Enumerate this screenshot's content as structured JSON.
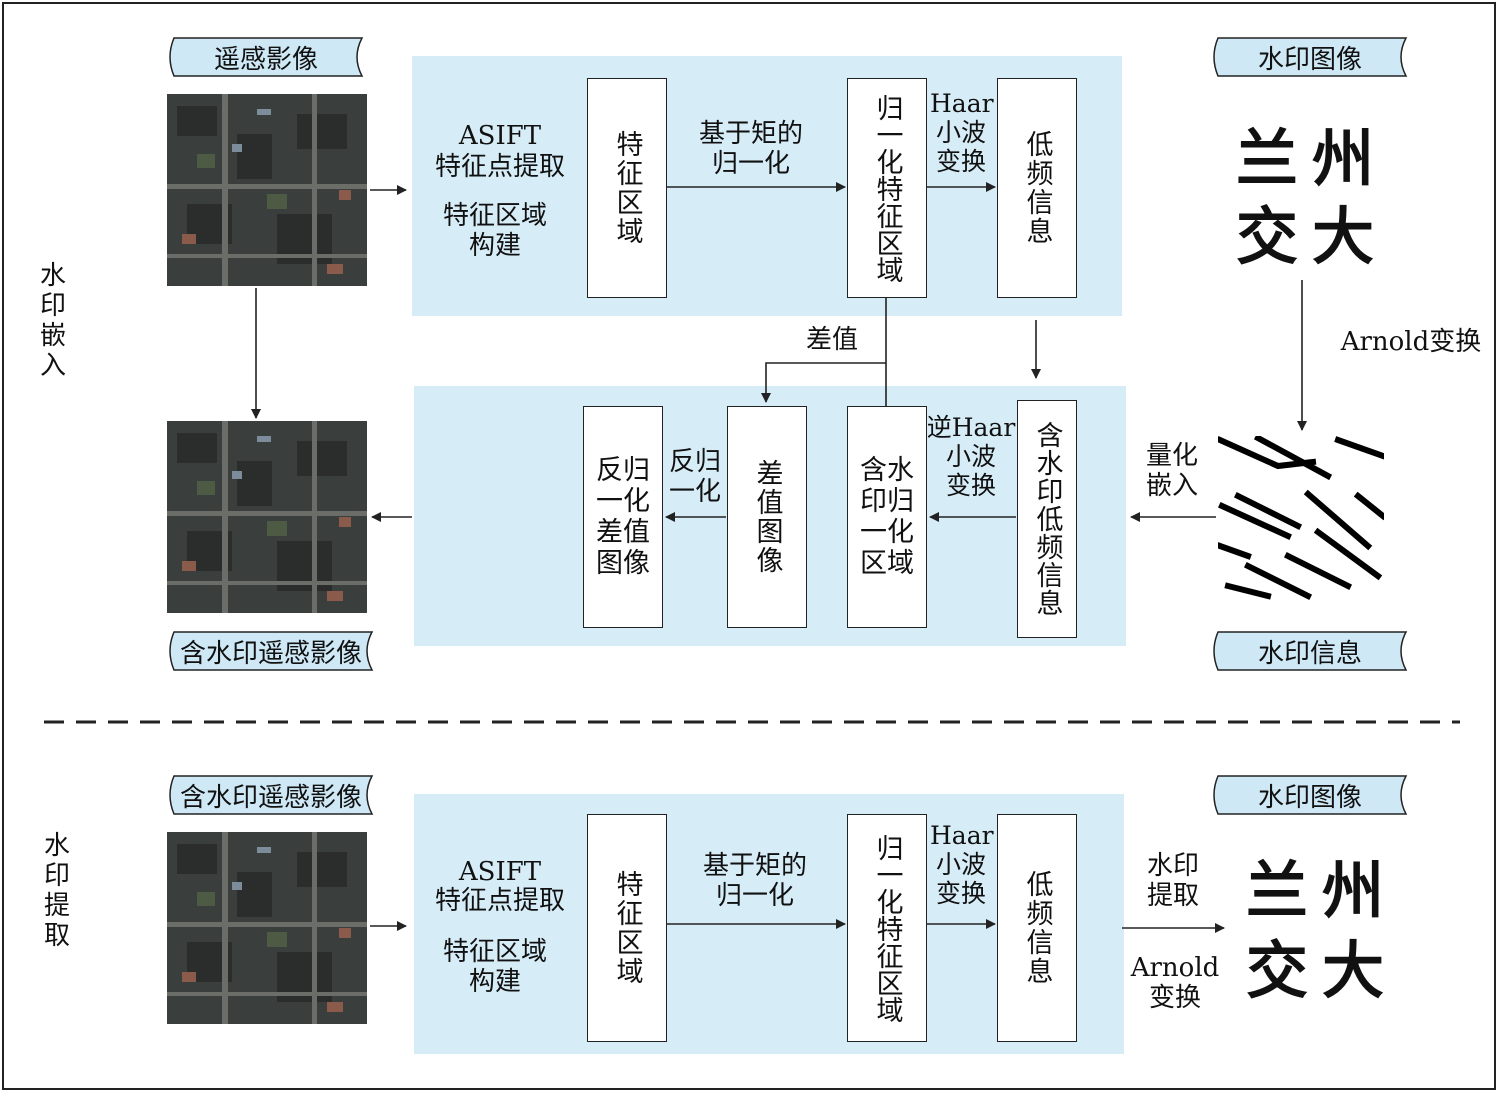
{
  "sections": {
    "embed": "水\n印\n嵌\n入",
    "extract": "水\n印\n提\n取"
  },
  "embed": {
    "source_label": "遥感影像",
    "asift_title": "ASIFT",
    "asift_line2": "特征点提取",
    "region_build": "特征区域\n构建",
    "feature_region": "特征区域",
    "moment_norm": "基于矩的\n归一化",
    "norm_feature_region": "归一化特征区域",
    "haar": "Haar\n小波\n变换",
    "low_freq": "低频信息",
    "watermark_image_label": "水印图像",
    "watermark_text_line1": "兰州",
    "watermark_text_line2": "交大",
    "arnold": "Arnold变换",
    "quant_embed": "量化\n嵌入",
    "watermark_info_label": "水印信息",
    "wm_low_freq": "含水印低频信息",
    "inverse_haar": "逆Haar\n小波\n变换",
    "wm_norm_region": "含水\n印归\n一化\n区域",
    "diff_value": "差值",
    "diff_image": "差值图像",
    "inverse_norm": "反归\n一化",
    "inv_norm_diff_image": "反归\n一化\n差值\n图像",
    "output_label": "含水印遥感影像"
  },
  "extract": {
    "source_label": "含水印遥感影像",
    "asift_title": "ASIFT",
    "asift_line2": "特征点提取",
    "region_build": "特征区域\n构建",
    "feature_region": "特征区域",
    "moment_norm": "基于矩的\n归一化",
    "norm_feature_region": "归一化特征区域",
    "haar": "Haar\n小波\n变换",
    "low_freq": "低频信息",
    "wm_extract": "水印\n提取",
    "arnold": "Arnold\n变换",
    "watermark_image_label": "水印图像",
    "watermark_text_line1": "兰州",
    "watermark_text_line2": "交大"
  },
  "colors": {
    "panel": "#d6ecf7",
    "scroll": "#cfe8f6",
    "stroke": "#222222"
  }
}
